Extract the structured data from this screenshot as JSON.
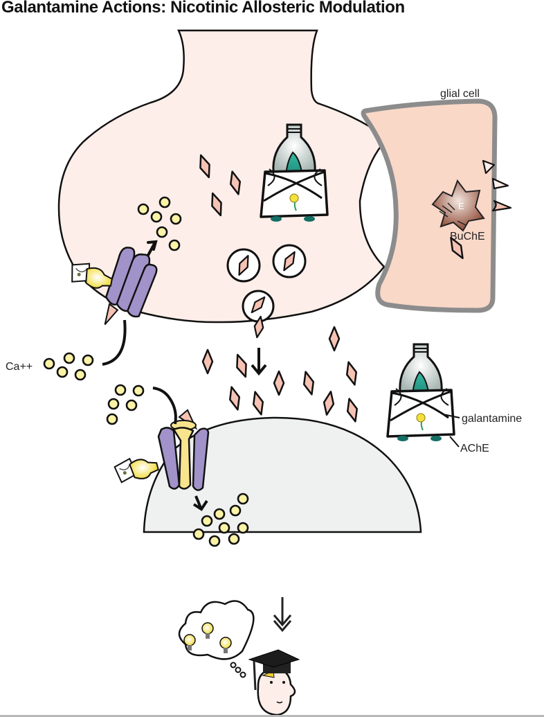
{
  "title": "Galantamine Actions: Nicotinic Allosteric Modulation",
  "labels": {
    "glial_cell": "glial cell",
    "buche": "BuChE",
    "enzyme_letter": "E",
    "calcium": "Ca++",
    "galantamine": "galantamine",
    "ache": "AChE"
  },
  "colors": {
    "presynaptic_fill": "#fdeee9",
    "glial_fill": "#f9d8c8",
    "glial_border": "#8c8c8c",
    "postsynaptic_fill": "#eff0f0",
    "acetylcholine_fill": "#f5c2b3",
    "calcium_fill": "#fbf3a6",
    "receptor_purple": "#a192c9",
    "receptor_yellow": "#f8e48e",
    "enzyme_teal": "#1f9a8a",
    "buche_brown": "#a8644f",
    "bulb_yellow": "#f7ea6a"
  },
  "elements": {
    "presynaptic_neuron": "presynaptic neuron",
    "postsynaptic_neuron": "postsynaptic neuron",
    "nicotinic_receptor_presynaptic": "presynaptic nicotinic receptor",
    "nicotinic_receptor_postsynaptic": "postsynaptic nicotinic receptor",
    "outcome": "graduate with ideas (improved cognition)"
  }
}
